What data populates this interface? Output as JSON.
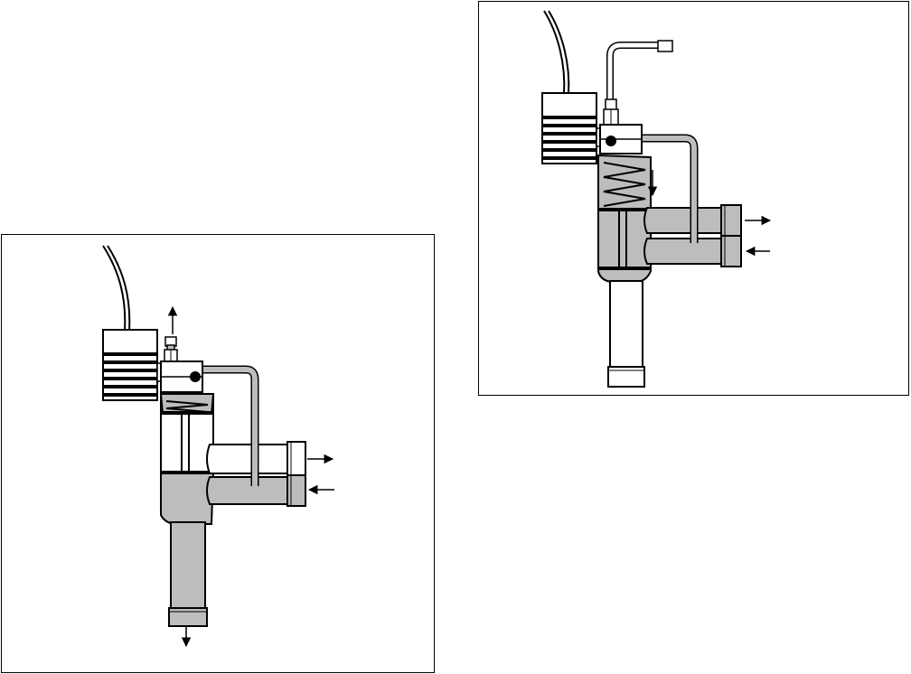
{
  "figure": {
    "description_labels": [],
    "colors": {
      "outline": "#000000",
      "shaded_fill": "#bdbdbd",
      "white_fill": "#ffffff",
      "background": "#ffffff"
    },
    "panels": [
      {
        "id": "left",
        "valve_state": "open",
        "icons": [
          "solenoid-coil-icon",
          "pilot-valve-icon",
          "spring-icon",
          "piston-icon",
          "pilot-tube-icon",
          "outlet-pipe-icon",
          "inlet-pipe-icon",
          "bottom-pipe-icon",
          "flow-arrow-icon"
        ]
      },
      {
        "id": "right",
        "valve_state": "closed",
        "icons": [
          "solenoid-coil-icon",
          "pilot-valve-icon",
          "spring-icon",
          "piston-icon",
          "pilot-tube-icon",
          "outlet-pipe-icon",
          "inlet-pipe-icon",
          "bottom-pipe-icon",
          "flow-arrow-icon"
        ]
      }
    ]
  }
}
